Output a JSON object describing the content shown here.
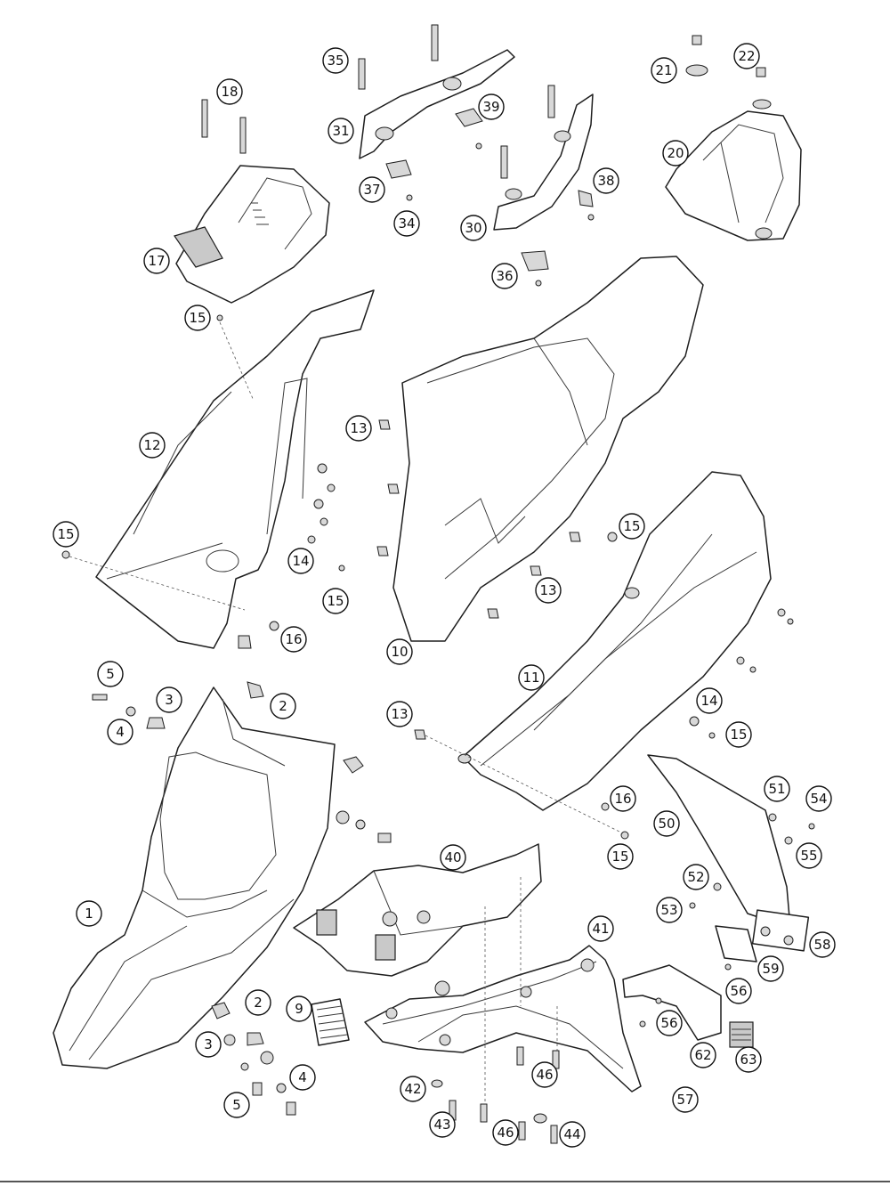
{
  "callouts": [
    {
      "label": "1"
    },
    {
      "label": "2"
    },
    {
      "label": "2"
    },
    {
      "label": "3"
    },
    {
      "label": "3"
    },
    {
      "label": "4"
    },
    {
      "label": "4"
    },
    {
      "label": "5"
    },
    {
      "label": "5"
    },
    {
      "label": "9"
    },
    {
      "label": "10"
    },
    {
      "label": "11"
    },
    {
      "label": "12"
    },
    {
      "label": "13"
    },
    {
      "label": "13"
    },
    {
      "label": "13"
    },
    {
      "label": "14"
    },
    {
      "label": "14"
    },
    {
      "label": "15"
    },
    {
      "label": "15"
    },
    {
      "label": "15"
    },
    {
      "label": "15"
    },
    {
      "label": "15"
    },
    {
      "label": "15"
    },
    {
      "label": "16"
    },
    {
      "label": "16"
    },
    {
      "label": "17"
    },
    {
      "label": "18"
    },
    {
      "label": "20"
    },
    {
      "label": "21"
    },
    {
      "label": "22"
    },
    {
      "label": "30"
    },
    {
      "label": "31"
    },
    {
      "label": "34"
    },
    {
      "label": "35"
    },
    {
      "label": "36"
    },
    {
      "label": "37"
    },
    {
      "label": "38"
    },
    {
      "label": "39"
    },
    {
      "label": "40"
    },
    {
      "label": "41"
    },
    {
      "label": "42"
    },
    {
      "label": "43"
    },
    {
      "label": "44"
    },
    {
      "label": "46"
    },
    {
      "label": "46"
    },
    {
      "label": "50"
    },
    {
      "label": "51"
    },
    {
      "label": "52"
    },
    {
      "label": "53"
    },
    {
      "label": "54"
    },
    {
      "label": "55"
    },
    {
      "label": "56"
    },
    {
      "label": "56"
    },
    {
      "label": "57"
    },
    {
      "label": "58"
    },
    {
      "label": "59"
    },
    {
      "label": "62"
    },
    {
      "label": "63"
    }
  ]
}
